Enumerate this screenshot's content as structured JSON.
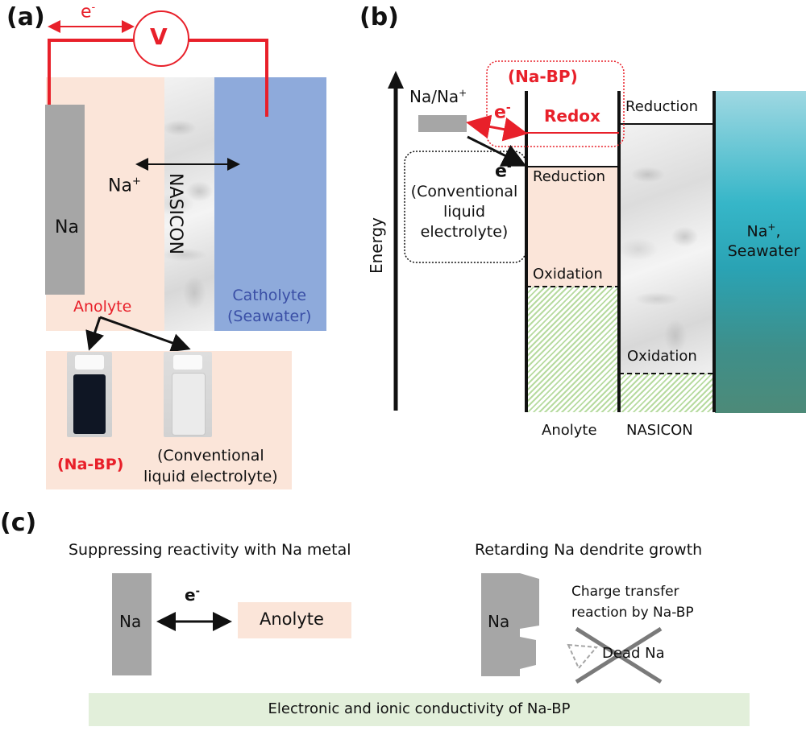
{
  "colors": {
    "red": "#e8202a",
    "anolyte": "#fbe5d9",
    "catholyte": "#8eaadb",
    "catholyte_text": "#3a4fa6",
    "sodium": "#a6a6a6",
    "conductivity_bar": "#e2efda",
    "hatch": "#b7dba0"
  },
  "panel_a": {
    "label": "(a)",
    "electron_label": "e",
    "electron_sup": "-",
    "voltmeter_label": "V",
    "na_label": "Na",
    "na_ion_label": "Na",
    "na_ion_sup": "+",
    "nasicon_label": "NASICON",
    "anolyte_label": "Anolyte",
    "catholyte_line1": "Catholyte",
    "catholyte_line2": "(Seawater)",
    "vial_left_label": "(Na-BP)",
    "vial_right_line1": "(Conventional",
    "vial_right_line2": "liquid electrolyte)"
  },
  "panel_b": {
    "label": "(b)",
    "energy_axis": "Energy",
    "na_couple": "Na/Na",
    "na_couple_sup": "+",
    "nabp_label": "(Na-BP)",
    "electron_label": "e",
    "electron_sup": "-",
    "redox_label": "Redox",
    "conventional_e": "e",
    "conventional_line1": "(Conventional",
    "conventional_line2": "liquid",
    "conventional_line3": "electrolyte)",
    "anolyte_reduction": "Reduction",
    "anolyte_oxidation": "Oxidation",
    "nasicon_reduction": "Reduction",
    "nasicon_oxidation": "Oxidation",
    "seawater_line1": "Na",
    "seawater_sup": "+",
    "seawater_line1_suffix": ",",
    "seawater_line2": "Seawater",
    "col_anolyte": "Anolyte",
    "col_nasicon": "NASICON"
  },
  "panel_c": {
    "label": "(c)",
    "left_title": "Suppressing reactivity with Na metal",
    "left_na": "Na",
    "left_electron": "e",
    "left_electron_sup": "-",
    "left_anolyte": "Anolyte",
    "right_title": "Retarding Na dendrite growth",
    "right_na": "Na",
    "charge_line1": "Charge transfer",
    "charge_line2": "reaction by Na-BP",
    "dead_na": "Dead Na",
    "conductivity": "Electronic and ionic conductivity of Na-BP"
  }
}
